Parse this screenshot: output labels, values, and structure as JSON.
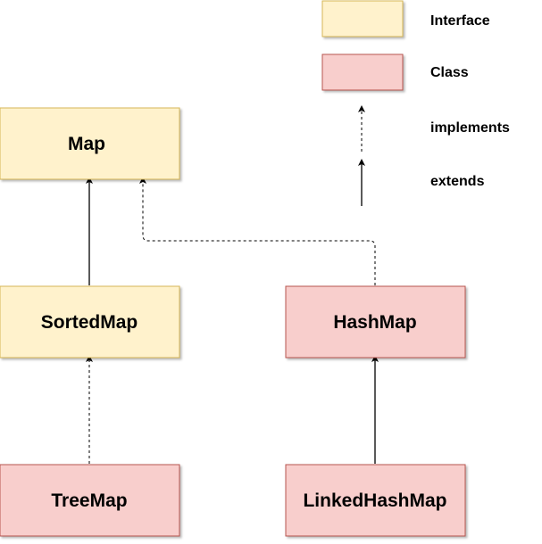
{
  "colors": {
    "interface_fill": "#fff2cc",
    "interface_stroke": "#d6b656",
    "class_fill": "#f8cecc",
    "class_stroke": "#b85450",
    "line": "#000000"
  },
  "legend": {
    "interface_label": "Interface",
    "class_label": "Class",
    "implements_label": "implements",
    "extends_label": "extends"
  },
  "nodes": {
    "map": {
      "label": "Map",
      "kind": "interface"
    },
    "sortedmap": {
      "label": "SortedMap",
      "kind": "interface"
    },
    "hashmap": {
      "label": "HashMap",
      "kind": "class"
    },
    "treemap": {
      "label": "TreeMap",
      "kind": "class"
    },
    "linkedhashmap": {
      "label": "LinkedHashMap",
      "kind": "class"
    }
  },
  "relations": [
    {
      "from": "SortedMap",
      "to": "Map",
      "type": "extends"
    },
    {
      "from": "HashMap",
      "to": "Map",
      "type": "implements"
    },
    {
      "from": "TreeMap",
      "to": "SortedMap",
      "type": "implements"
    },
    {
      "from": "LinkedHashMap",
      "to": "HashMap",
      "type": "extends"
    }
  ]
}
